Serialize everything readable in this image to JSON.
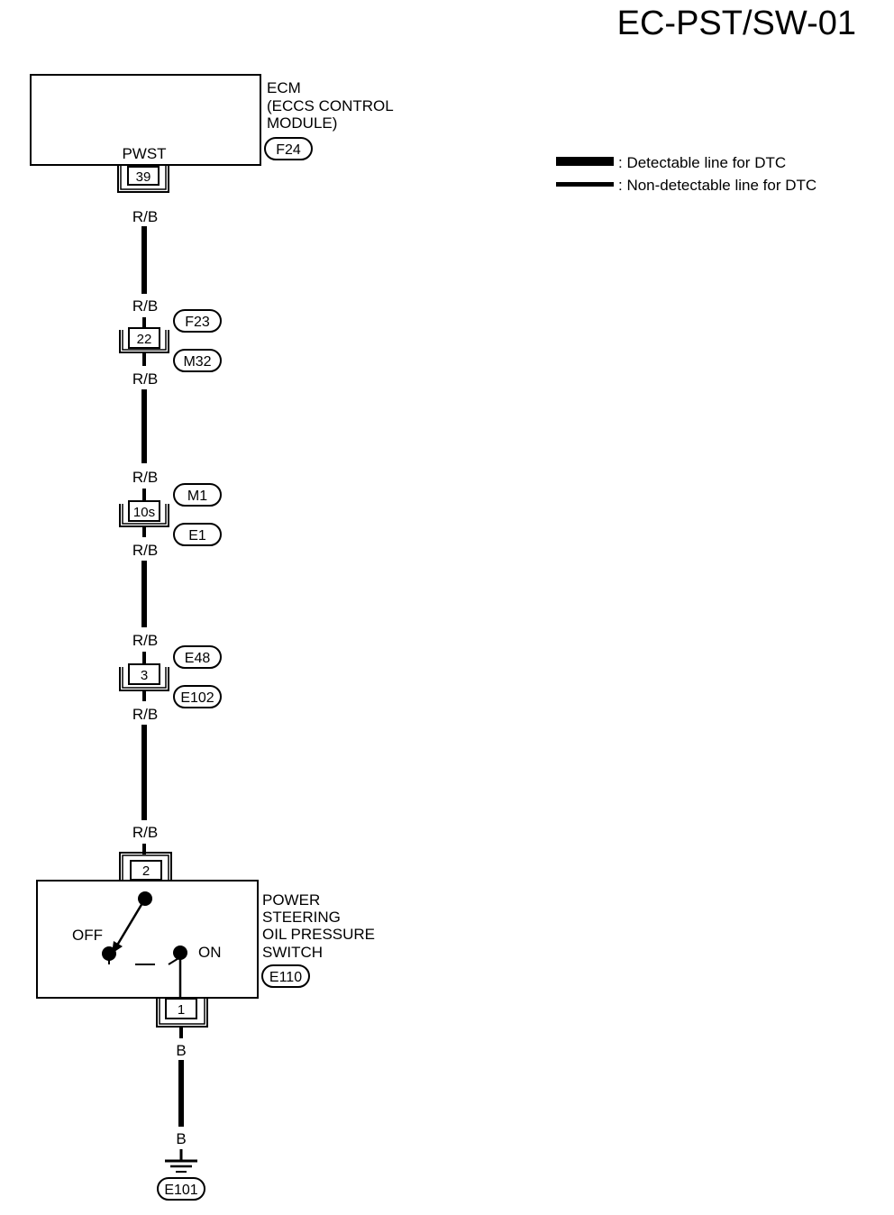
{
  "page_code": "EC-PST/SW-01",
  "legend": {
    "detectable": ": Detectable line for DTC",
    "non_detectable": ": Non-detectable line for DTC"
  },
  "ecm": {
    "name_lines": [
      "ECM",
      "(ECCS CONTROL",
      "MODULE)"
    ],
    "connector": "F24",
    "terminal_label": "PWST",
    "pin": "39"
  },
  "wires": [
    {
      "color": "R/B"
    },
    {
      "color": "R/B"
    },
    {
      "color": "R/B"
    },
    {
      "color": "R/B"
    },
    {
      "color": "R/B"
    },
    {
      "color": "R/B"
    },
    {
      "color": "R/B"
    },
    {
      "color": "R/B"
    },
    {
      "color": "B"
    },
    {
      "color": "B"
    }
  ],
  "junctions": [
    {
      "pin": "22",
      "connectors": [
        "F23",
        "M32"
      ]
    },
    {
      "pin": "10s",
      "connectors": [
        "M1",
        "E1"
      ]
    },
    {
      "pin": "3",
      "connectors": [
        "E48",
        "E102"
      ]
    }
  ],
  "switch": {
    "name_lines": [
      "POWER",
      "STEERING",
      "OIL PRESSURE",
      "SWITCH"
    ],
    "connector": "E110",
    "pin_top": "2",
    "pin_bottom": "1",
    "off_label": "OFF",
    "on_label": "ON"
  },
  "ground": {
    "connector": "E101"
  }
}
